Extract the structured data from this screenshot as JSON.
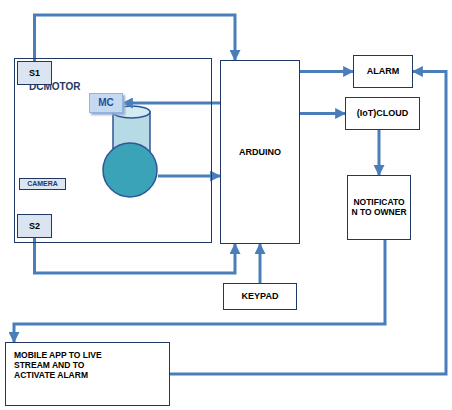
{
  "diagram": {
    "nodes": [
      {
        "text": [
          "DCMOTOR"
        ]
      },
      {
        "text": [
          "S1"
        ],
        "in": 0
      },
      {
        "text": [
          "MC"
        ],
        "in": 0
      },
      {
        "text": [
          "CAMERA"
        ],
        "in": 0
      },
      {
        "text": [
          "S2"
        ],
        "in": 0
      },
      {
        "text": [
          "ARDUINO"
        ]
      },
      {
        "text": [
          "ALARM"
        ]
      },
      {
        "text": [
          "(IoT)CLOUD"
        ]
      },
      {
        "text": [
          "NOTIFICATO N TO OWNER"
        ]
      },
      {
        "text": [
          "KEYPAD"
        ]
      },
      {
        "text": [
          "MOBILE APP TO LIVE STREAM AND TO ACTIVATE ALARM"
        ]
      }
    ],
    "edges": [
      {
        "from": 1,
        "to": 5,
        "arrow": "to"
      },
      {
        "from": 4,
        "to": 5,
        "arrow": "to"
      },
      {
        "from": 9,
        "to": 5,
        "arrow": "to"
      },
      {
        "from": 5,
        "to": 2,
        "arrow": "to"
      },
      {
        "from": 0,
        "to": 5,
        "arrow": "to"
      },
      {
        "from": 5,
        "to": 6,
        "arrow": "to"
      },
      {
        "from": 5,
        "to": 7,
        "arrow": "to"
      },
      {
        "from": 7,
        "to": 8,
        "arrow": "to"
      },
      {
        "from": 8,
        "to": 10,
        "arrow": "to"
      },
      {
        "from": 10,
        "to": 6,
        "arrow": "to"
      }
    ]
  }
}
